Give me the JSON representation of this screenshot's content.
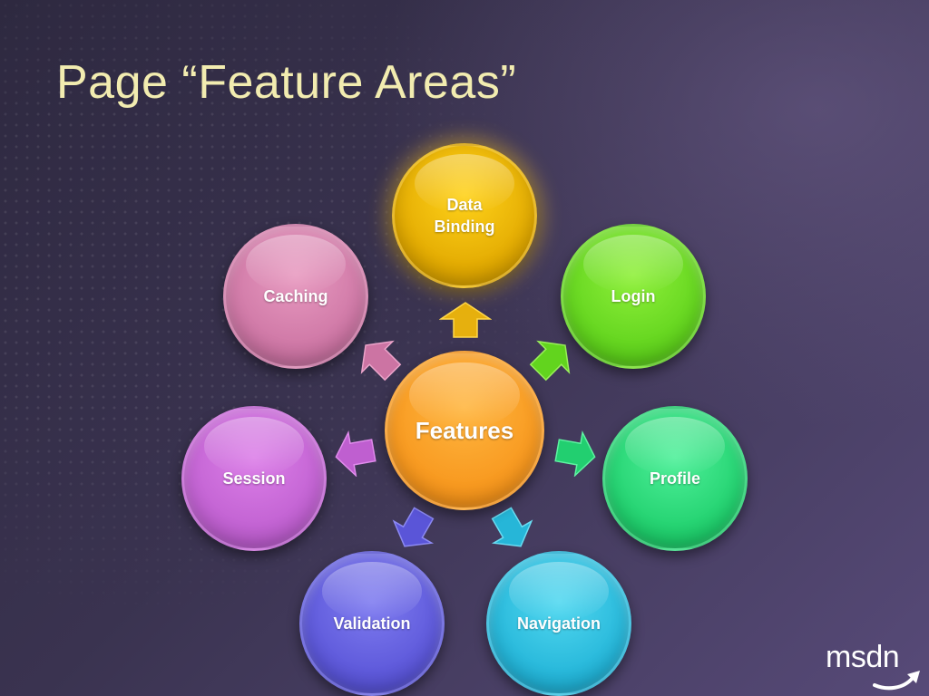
{
  "title": "Page “Feature Areas”",
  "diagram": {
    "center": {
      "label": "Features",
      "color": "#f7961c"
    },
    "nodes": [
      {
        "id": "data-binding",
        "label": "Data\nBinding",
        "color": "#e1a800"
      },
      {
        "id": "login",
        "label": "Login",
        "color": "#5fd21c"
      },
      {
        "id": "profile",
        "label": "Profile",
        "color": "#1fcf6c"
      },
      {
        "id": "navigation",
        "label": "Navigation",
        "color": "#22b4d8"
      },
      {
        "id": "validation",
        "label": "Validation",
        "color": "#5a55d8"
      },
      {
        "id": "session",
        "label": "Session",
        "color": "#bf5fd0"
      },
      {
        "id": "caching",
        "label": "Caching",
        "color": "#cc74a3"
      }
    ]
  },
  "logo": {
    "text": "msdn"
  }
}
